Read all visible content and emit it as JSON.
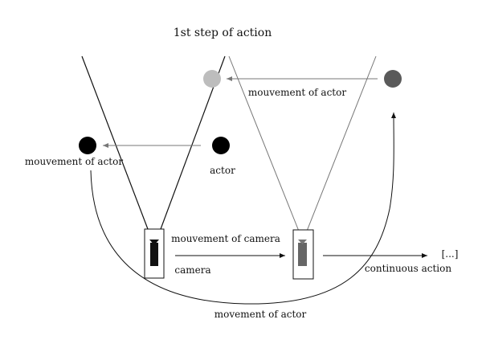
{
  "diagram": {
    "title": "1st step of action",
    "labels": {
      "top_actor_movement": "mouvement of actor",
      "left_actor_movement": "mouvement of actor",
      "actor": "actor",
      "camera_movement": "mouvement of camera",
      "camera": "camera",
      "continuous_action": "continuous action",
      "ellipsis": "[...]",
      "bottom_actor_movement": "movement of actor"
    },
    "colors": {
      "ink": "#111111",
      "gray_line": "#777777",
      "actor_dark": "#000000",
      "actor_mid": "#5a5a5a",
      "actor_light": "#bdbdbd",
      "camera_gray": "#666666"
    }
  }
}
